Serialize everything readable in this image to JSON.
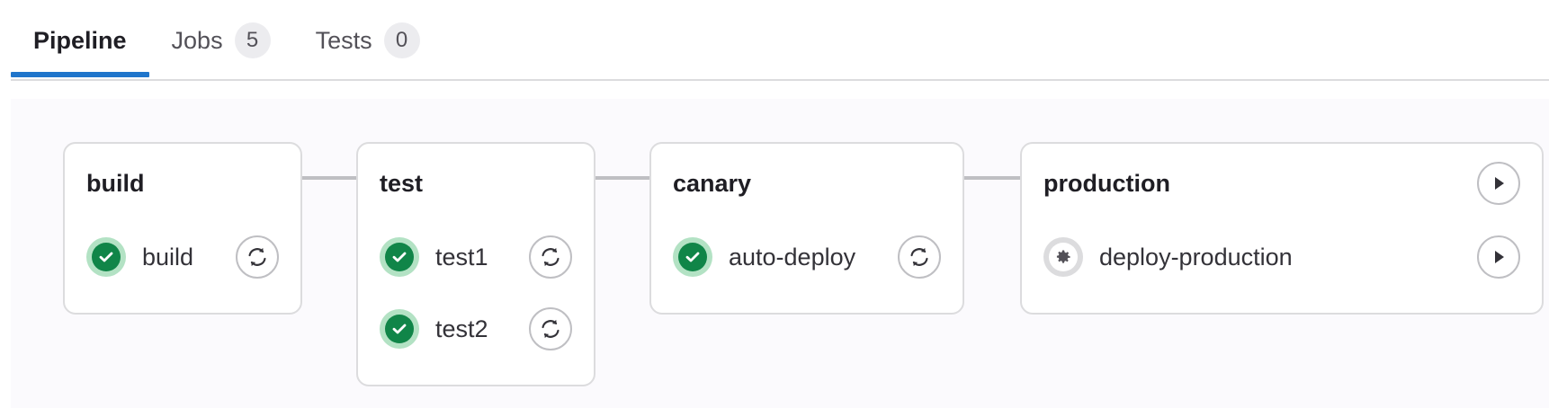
{
  "tabs": [
    {
      "label": "Pipeline",
      "badge": null,
      "active": true,
      "name": "tab-pipeline"
    },
    {
      "label": "Jobs",
      "badge": "5",
      "active": false,
      "name": "tab-jobs"
    },
    {
      "label": "Tests",
      "badge": "0",
      "active": false,
      "name": "tab-tests"
    }
  ],
  "colors": {
    "accent": "#1f75cb",
    "success": "#108548",
    "success_halo": "#b3e2c4",
    "manual_halo": "#dcdcde",
    "border": "#dcdcde",
    "connector": "#bfbfc3",
    "canvas": "#fbfafd"
  },
  "pipeline": {
    "stages": [
      {
        "name": "build",
        "header_action": null,
        "jobs": [
          {
            "name": "build",
            "status": "success",
            "status_icon": "success-check-icon",
            "action": "retry",
            "action_icon": "retry-icon"
          }
        ]
      },
      {
        "name": "test",
        "header_action": null,
        "jobs": [
          {
            "name": "test1",
            "status": "success",
            "status_icon": "success-check-icon",
            "action": "retry",
            "action_icon": "retry-icon"
          },
          {
            "name": "test2",
            "status": "success",
            "status_icon": "success-check-icon",
            "action": "retry",
            "action_icon": "retry-icon"
          }
        ]
      },
      {
        "name": "canary",
        "header_action": null,
        "jobs": [
          {
            "name": "auto-deploy",
            "status": "success",
            "status_icon": "success-check-icon",
            "action": "retry",
            "action_icon": "retry-icon"
          }
        ]
      },
      {
        "name": "production",
        "header_action": "play",
        "header_action_icon": "play-icon",
        "jobs": [
          {
            "name": "deploy-production",
            "status": "manual",
            "status_icon": "gear-icon",
            "action": "play",
            "action_icon": "play-icon"
          }
        ]
      }
    ]
  }
}
